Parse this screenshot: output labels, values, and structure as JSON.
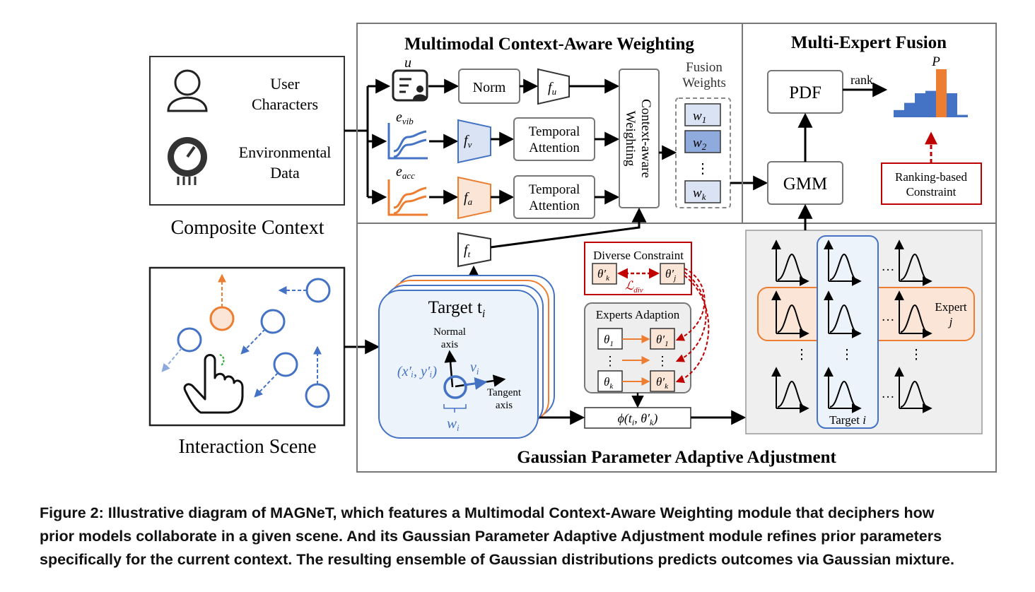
{
  "composite_context": {
    "title": "Composite Context",
    "user_label_1": "User",
    "user_label_2": "Characters",
    "env_label_1": "Environmental",
    "env_label_2": "Data"
  },
  "interaction_scene": {
    "title": "Interaction Scene"
  },
  "mcaw": {
    "title": "Multimodal Context-Aware Weighting",
    "u_label": "u",
    "evib_label": "e",
    "evib_sub": "vib",
    "eacc_label": "e",
    "eacc_sub": "acc",
    "norm_label": "Norm",
    "fu_label": "f",
    "fu_sub": "u",
    "fv_label": "f",
    "fv_sub": "v",
    "fa_label": "f",
    "fa_sub": "a",
    "temporal_attention_1a": "Temporal",
    "temporal_attention_1b": "Attention",
    "temporal_attention_2a": "Temporal",
    "temporal_attention_2b": "Attention",
    "context_aware_1": "Context-aware",
    "context_aware_2": "Weighting",
    "fusion_weights_1": "Fusion",
    "fusion_weights_2": "Weights",
    "w1": "w",
    "w1_sub": "1",
    "w2": "w",
    "w2_sub": "2",
    "wk": "w",
    "wk_sub": "k",
    "ellipsis": "⋮"
  },
  "mef": {
    "title": "Multi-Expert Fusion",
    "pdf_label": "PDF",
    "rank_label": "rank",
    "p_label": "P",
    "gmm_label": "GMM",
    "ranking_constraint_1": "Ranking-based",
    "ranking_constraint_2": "Constraint"
  },
  "gpaa": {
    "title": "Gaussian Parameter Adaptive Adjustment",
    "ft_label": "f",
    "ft_sub": "t",
    "target_label": "Target t",
    "target_sub": "i",
    "normal_axis_1": "Normal",
    "normal_axis_2": "axis",
    "tangent_axis_1": "Tangent",
    "tangent_axis_2": "axis",
    "position_label": "(x′ᵢ, y′ᵢ)",
    "velocity_label": "v",
    "velocity_sub": "i",
    "width_label": "w",
    "width_sub": "i",
    "diverse_constraint": "Diverse Constraint",
    "theta_k_prime": "θ′",
    "theta_k_sub": "k",
    "theta_j_prime": "θ′",
    "theta_j_sub": "j",
    "ldiv_label": "ℒ",
    "ldiv_sub": "div",
    "experts_adaption": "Experts Adaption",
    "theta_1": "θ",
    "theta_1_sub": "1",
    "theta_1_prime": "θ′",
    "theta_k": "θ",
    "theta_k_sub2": "k",
    "theta_k_prime2": "θ′",
    "phi_label": "ϕ(t",
    "phi_rest": ", θ′",
    "expert_j_1": "Expert",
    "expert_j_2": "j",
    "target_i_1": "Target",
    "target_i_2": "i",
    "dots_h": "···",
    "dots_v": "⋮"
  },
  "caption": {
    "line1": "Figure 2: Illustrative diagram of MAGNeT, which features a Multimodal Context-Aware Weighting module that deciphers how",
    "line2": "prior models collaborate in a given scene. And its Gaussian Parameter Adaptive Adjustment module refines prior parameters",
    "line3": "specifically for the current context. The resulting ensemble of Gaussian distributions predicts outcomes via Gaussian mixture."
  },
  "colors": {
    "blue": "#4472c4",
    "light_blue": "#dae3f3",
    "orange": "#ed7d31",
    "light_orange": "#fbe5d6",
    "dark_red": "#c00000",
    "gray_panel": "#efefef"
  },
  "rank_chart": {
    "values": [
      0.15,
      0.3,
      0.5,
      0.55,
      1.0,
      0.5,
      0.05
    ],
    "highlight_index": 4
  }
}
